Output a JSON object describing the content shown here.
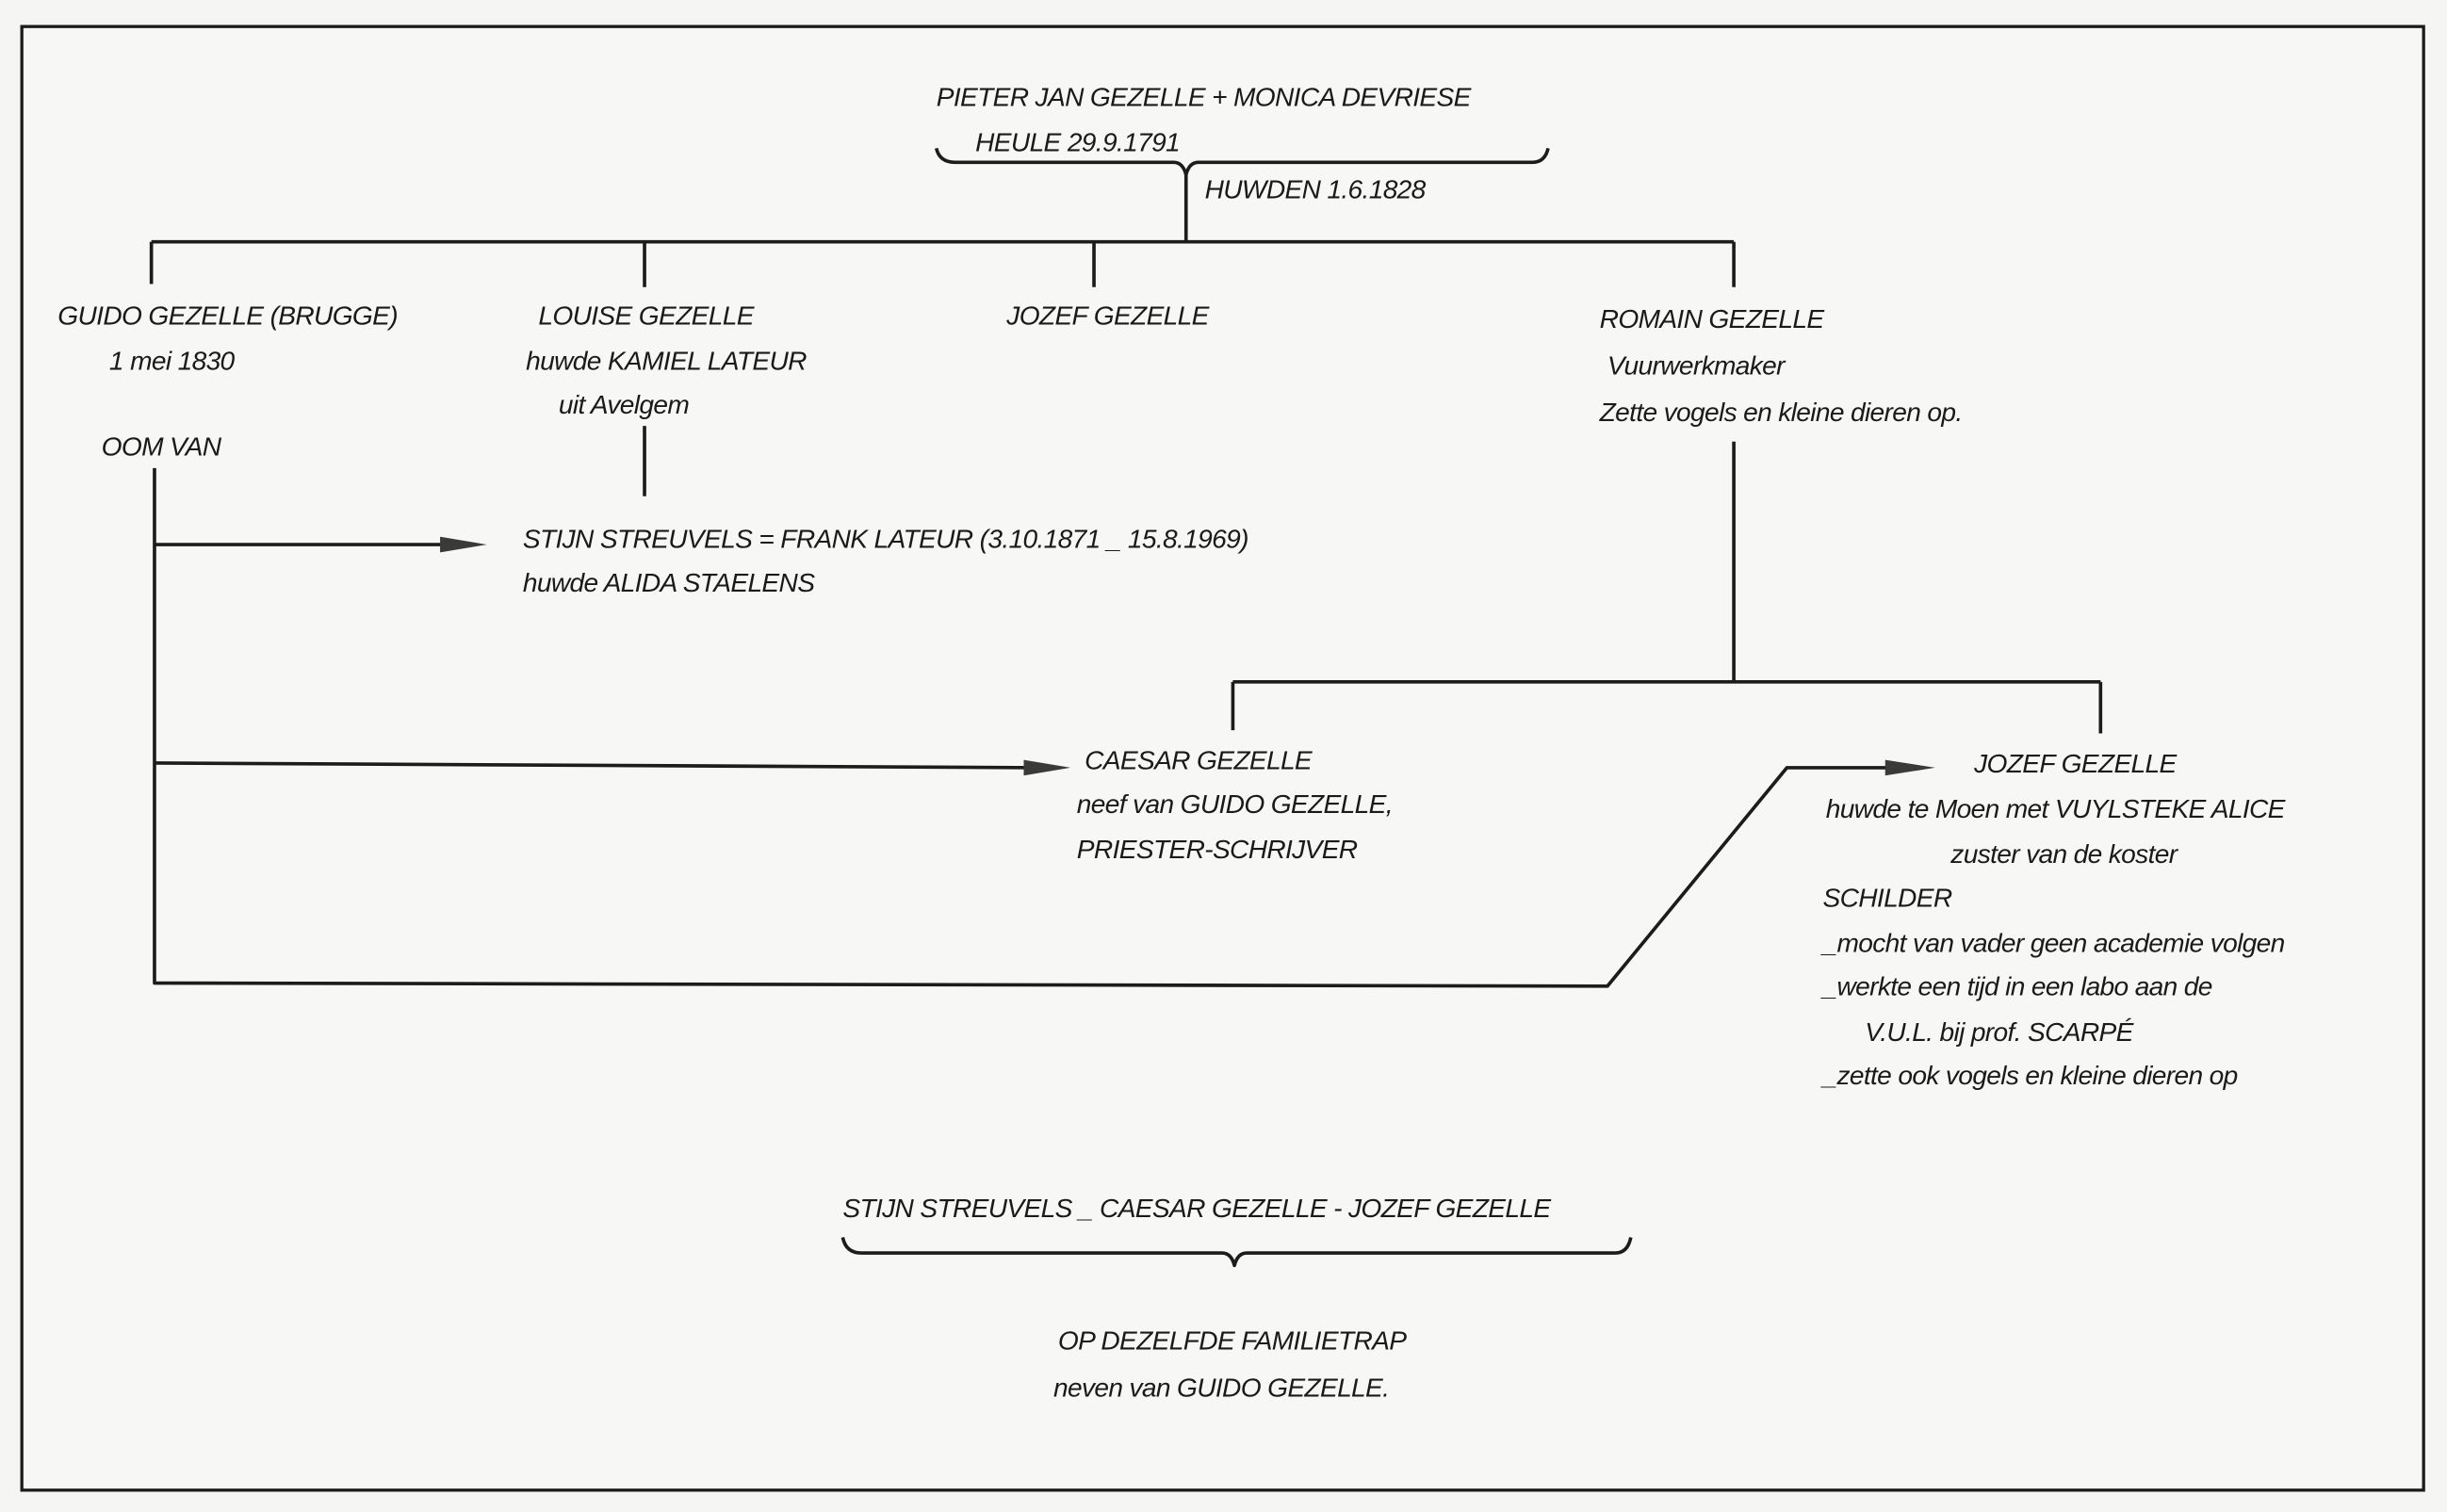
{
  "parents": {
    "names": "PIETER JAN GEZELLE + MONICA DEVRIESE",
    "birth": "HEULE 29.9.1791",
    "marriage": "HUWDEN 1.6.1828"
  },
  "children": {
    "guido": {
      "name": "GUIDO GEZELLE (BRUGGE)",
      "birth": "1 mei 1830",
      "note": "OOM VAN"
    },
    "louise": {
      "name": "LOUISE GEZELLE",
      "married": "huwde KAMIEL LATEUR",
      "place": "uit Avelgem"
    },
    "jozef": {
      "name": "JOZEF GEZELLE"
    },
    "romain": {
      "name": "ROMAIN GEZELLE",
      "occupation": "Vuurwerkmaker",
      "note": "Zette vogels en kleine dieren op."
    }
  },
  "grandchildren": {
    "stijn": {
      "name": "STIJN STREUVELS = FRANK LATEUR (3.10.1871 _ 15.8.1969)",
      "married": "huwde ALIDA STAELENS"
    },
    "caesar": {
      "name": "CAESAR GEZELLE",
      "relation": "neef van GUIDO GEZELLE,",
      "occupation": "PRIESTER-SCHRIJVER"
    },
    "jozef": {
      "name": "JOZEF GEZELLE",
      "married": "huwde te Moen met VUYLSTEKE ALICE",
      "wife_note": "zuster van de koster",
      "occupation": "SCHILDER",
      "notes": [
        "_mocht van vader geen academie volgen",
        "_werkte een tijd in een labo aan de",
        "V.U.L. bij prof. SCARPÉ",
        "_zette ook vogels en kleine dieren op"
      ]
    }
  },
  "summary": {
    "names": "STIJN STREUVELS _ CAESAR GEZELLE - JOZEF GEZELLE",
    "line1": "OP DEZELFDE FAMILIETRAP",
    "line2": "neven van GUIDO GEZELLE."
  }
}
